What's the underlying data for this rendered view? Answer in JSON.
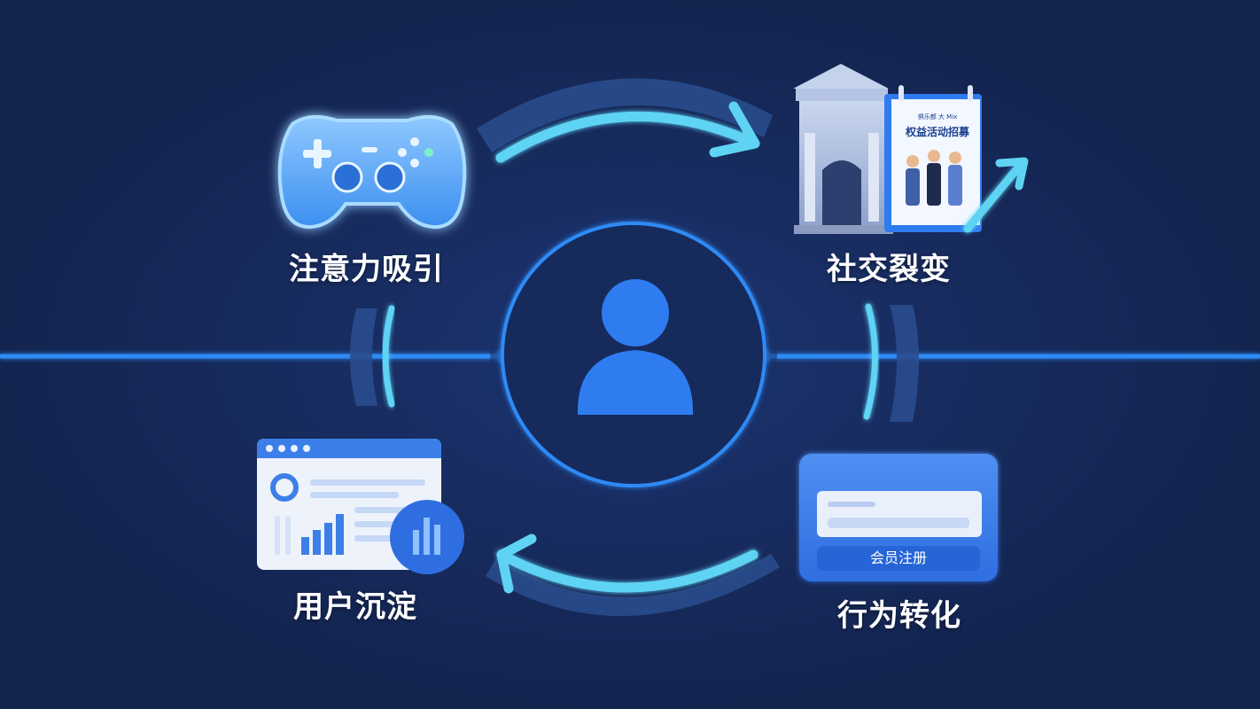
{
  "diagram": {
    "stages": {
      "attention": "注意力吸引",
      "social": "社交裂变",
      "retention": "用户沉淀",
      "conversion": "行为转化"
    },
    "conversion_card": {
      "button_label": "会员注册"
    },
    "poster": {
      "subtitle": "俱乐都 大 Mix",
      "title": "权益活动招募"
    }
  },
  "colors": {
    "background": "#13244f",
    "accent": "#2f7bf0",
    "arrow": "#5fd3f3",
    "halo": "#2a4d8e"
  },
  "icons": {
    "center": "user-icon",
    "attention": "gamepad-icon",
    "social": "building-icon",
    "retention": "dashboard-icon",
    "conversion": "form-card-icon"
  }
}
